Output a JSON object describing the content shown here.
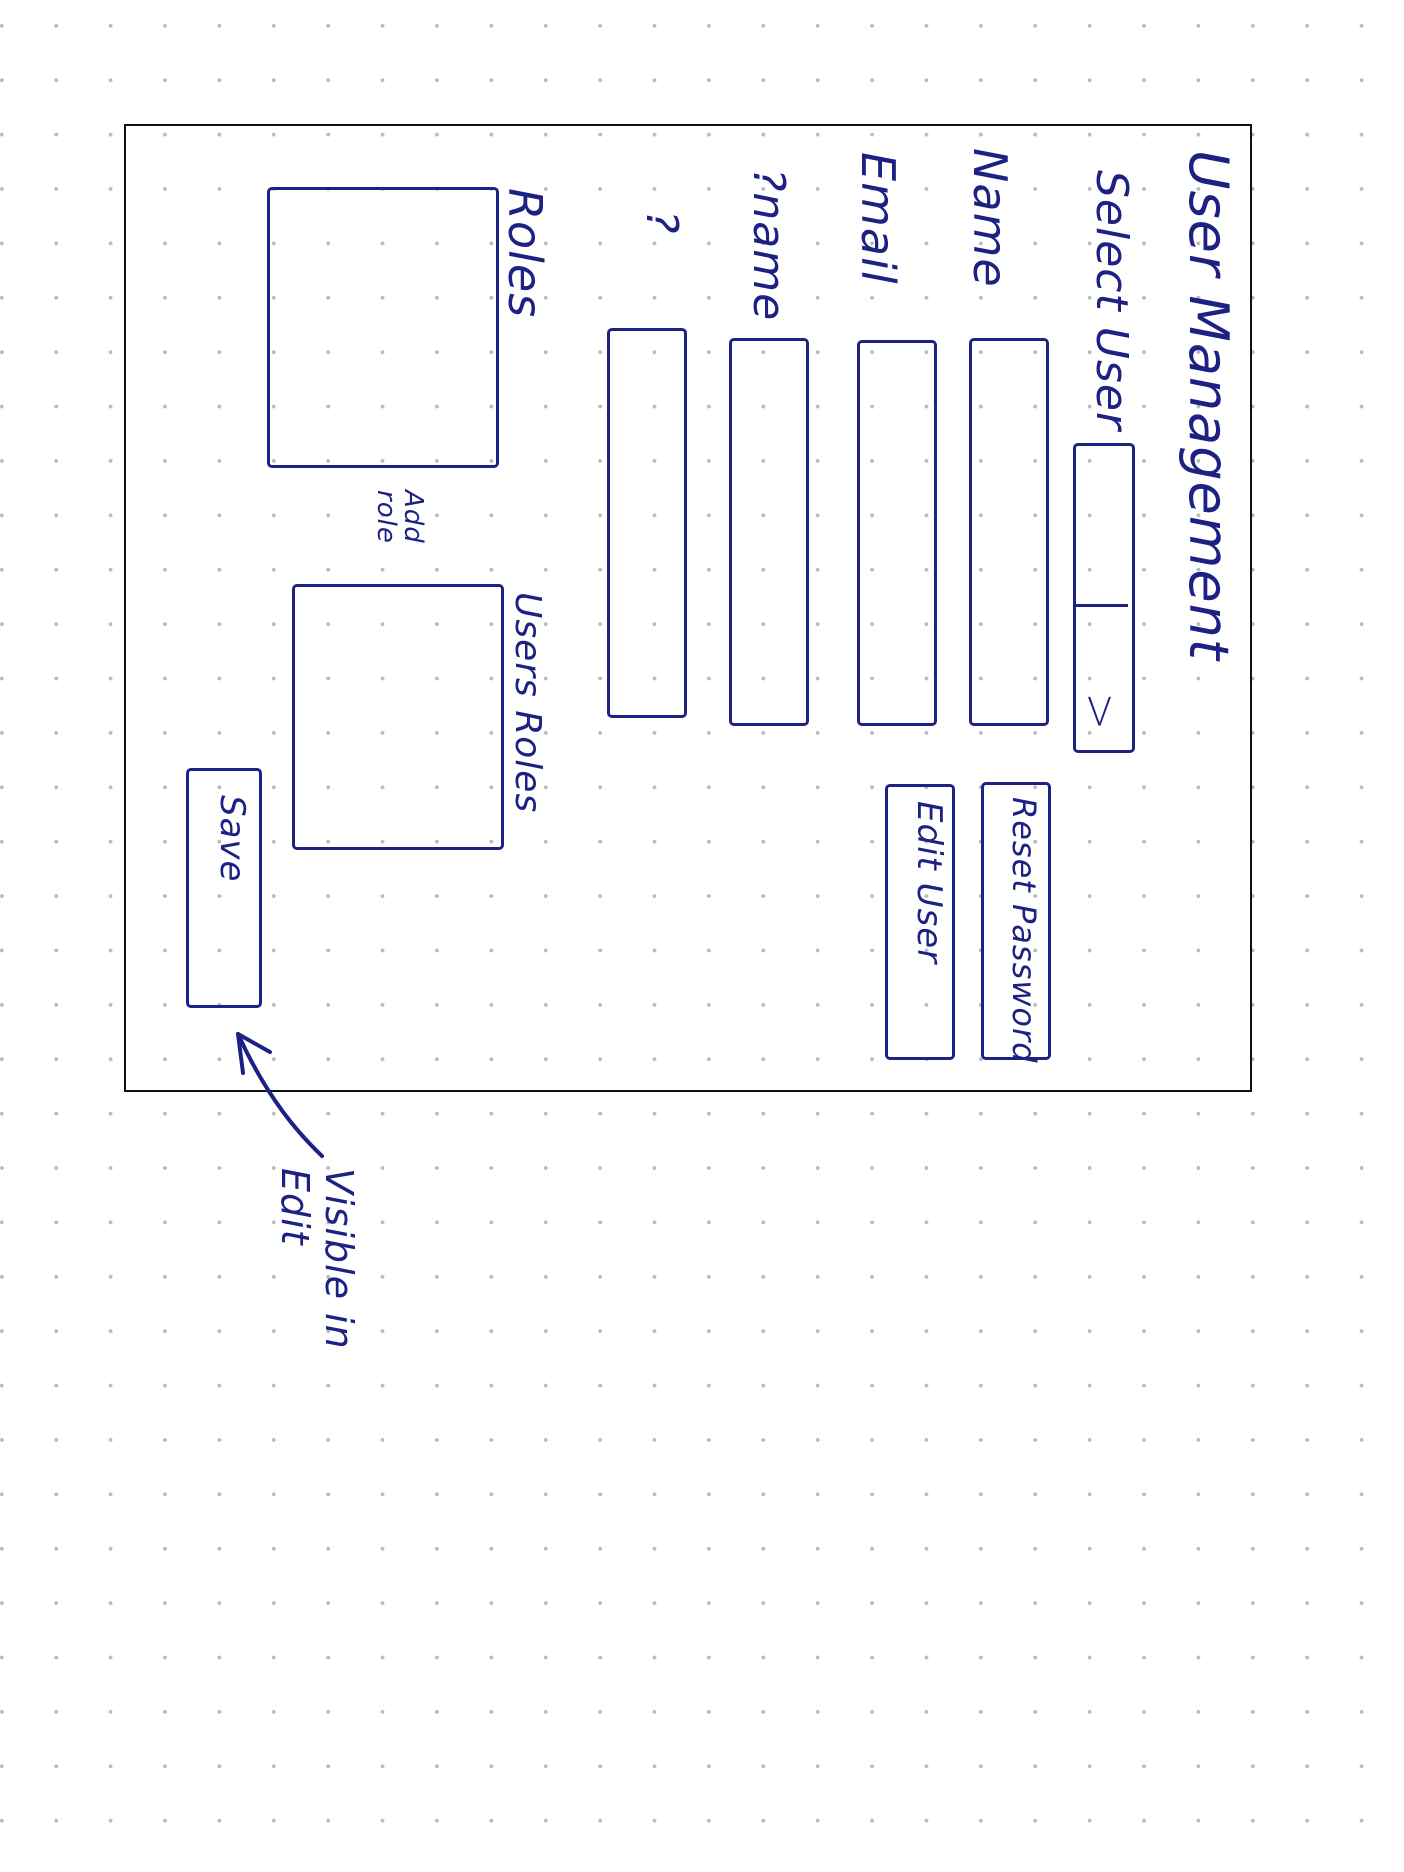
{
  "header": {
    "title": "User Management"
  },
  "select_user": {
    "label": "Select User",
    "chevron_icon": "chevron-down-icon"
  },
  "fields": [
    {
      "label": "Name"
    },
    {
      "label": "Email"
    },
    {
      "label": "?name"
    },
    {
      "label": "?"
    }
  ],
  "actions": {
    "reset_password": "Reset Password",
    "edit_user": "Edit User"
  },
  "roles": {
    "label": "Roles",
    "add_role": "Add role",
    "user_roles_label": "Users Roles"
  },
  "footer": {
    "save_label": "Save"
  },
  "annotation": {
    "text": "Visible in Edit",
    "arrow_icon": "arrow-icon"
  },
  "colors": {
    "ink": "#1c2183",
    "frame": "#111111",
    "grid_dot": "#b9b9b9"
  }
}
